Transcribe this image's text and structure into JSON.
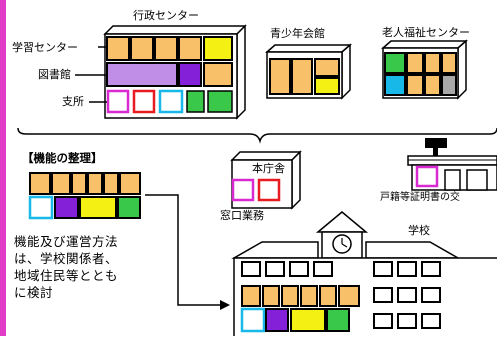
{
  "labels": {
    "admin_center": "行政センター",
    "learning_center": "学習センター",
    "library": "図書館",
    "branch_office": "支所",
    "youth_hall": "青少年会館",
    "elderly_center": "老人福祉センター",
    "section_title": "【機能の整理】",
    "city_hall": "本庁舎",
    "counter_service": "窓口業務",
    "certificate_office": "戸籍等証明書の交",
    "school": "学校"
  },
  "paragraph": [
    "機能及び運営方法",
    "は、学校関係者、",
    "地域住民等ととも",
    "に検討"
  ],
  "colors": {
    "pink_border": "#e03cc8",
    "orange": "#f9c06a",
    "lilac": "#c08ee6",
    "purple": "#8420d8",
    "yellow": "#f4f014",
    "green": "#3ac84a",
    "cyan": "#18b8e8",
    "red": "#e81b23",
    "magenta": "#d82ad0",
    "gray": "#a8a8a8",
    "building_fill": "#ffffff"
  },
  "icons": [
    "building-icon",
    "school-clock-icon",
    "arrow-icon",
    "brace-icon"
  ]
}
